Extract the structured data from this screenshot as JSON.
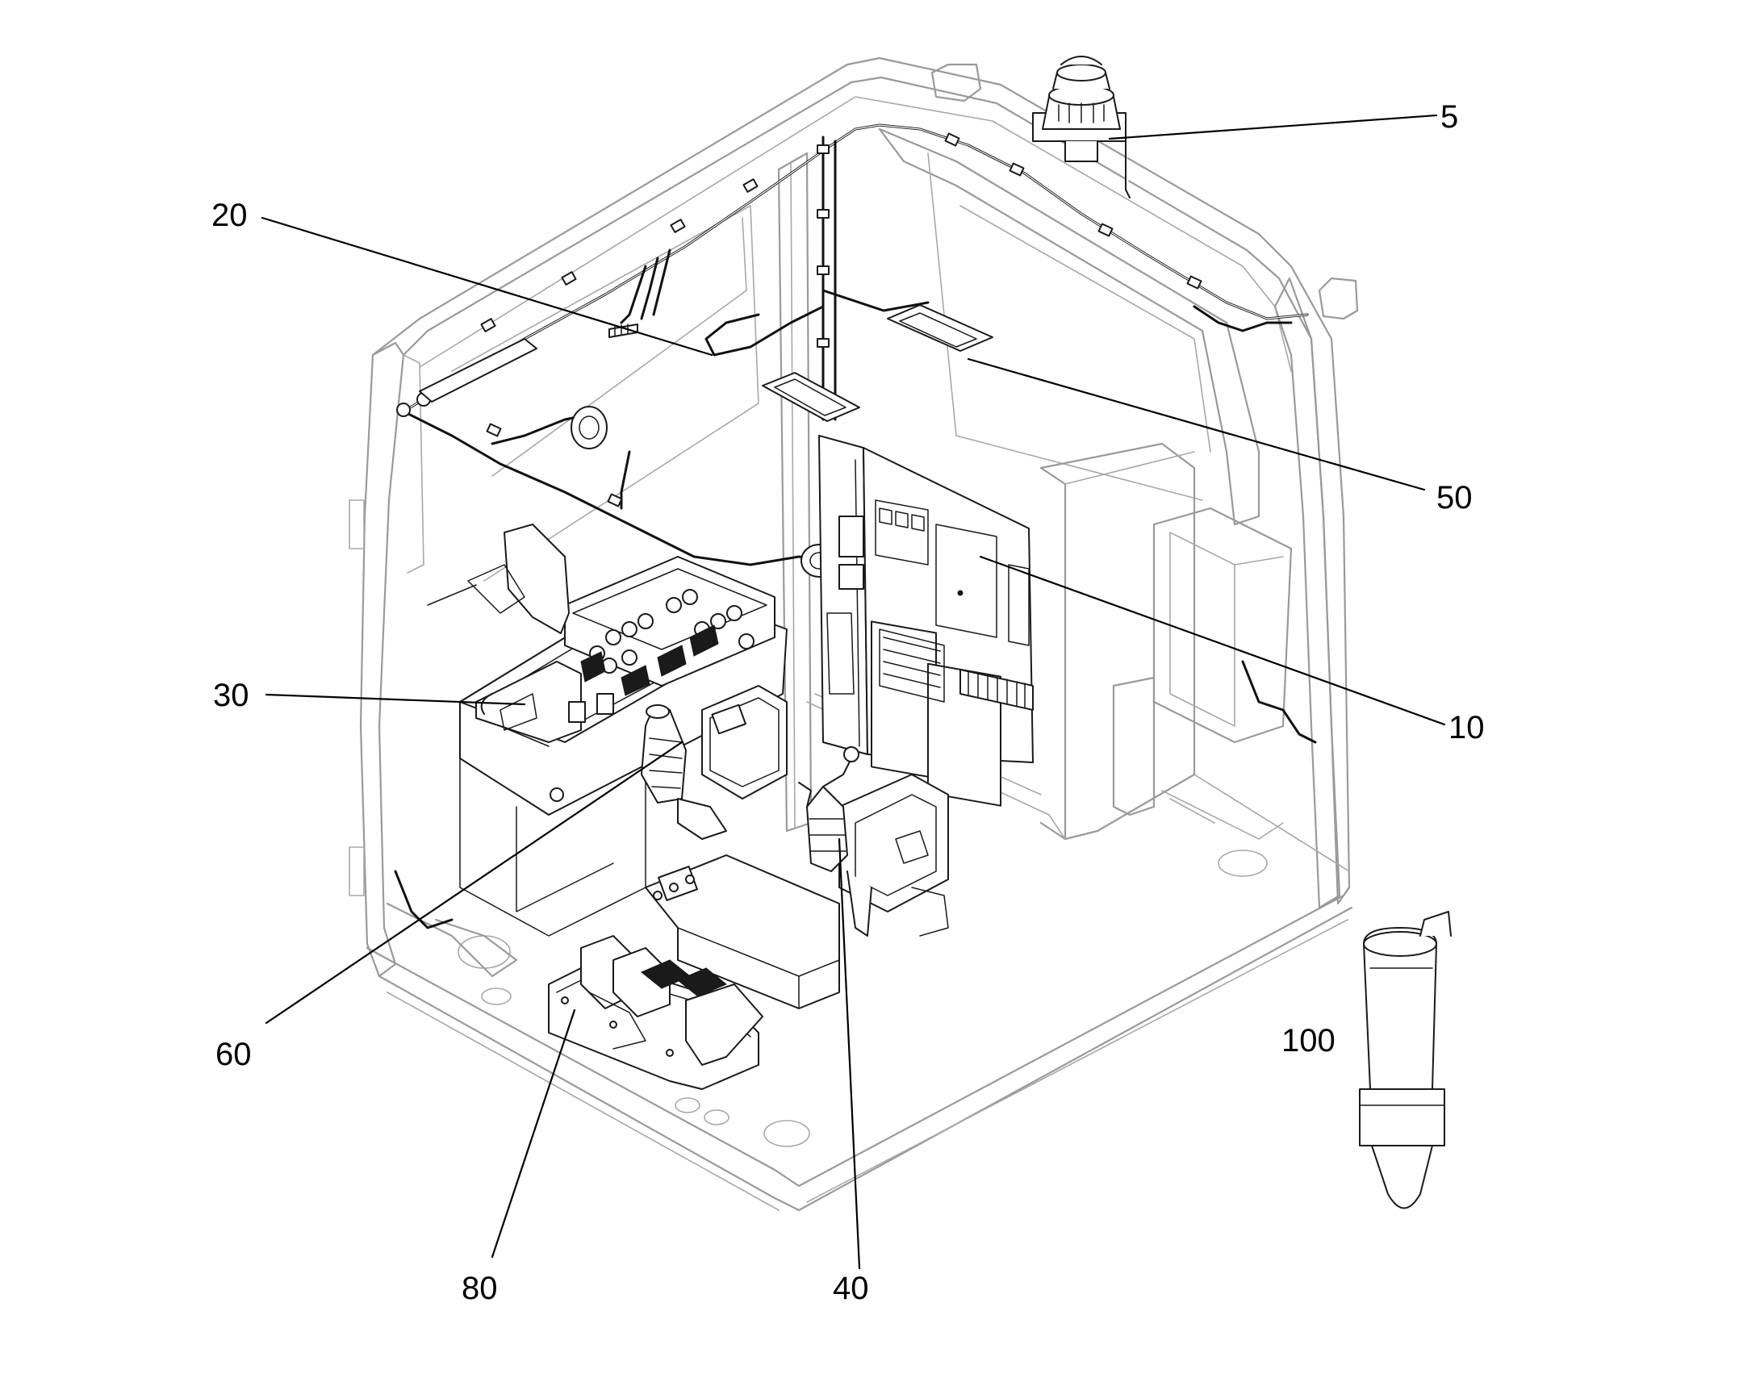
{
  "callouts": [
    {
      "id": "c5",
      "label": "5"
    },
    {
      "id": "c20",
      "label": "20"
    },
    {
      "id": "c50",
      "label": "50"
    },
    {
      "id": "c10",
      "label": "10"
    },
    {
      "id": "c30",
      "label": "30"
    },
    {
      "id": "c60",
      "label": "60"
    },
    {
      "id": "c80",
      "label": "80"
    },
    {
      "id": "c40",
      "label": "40"
    },
    {
      "id": "c100",
      "label": "100"
    }
  ]
}
